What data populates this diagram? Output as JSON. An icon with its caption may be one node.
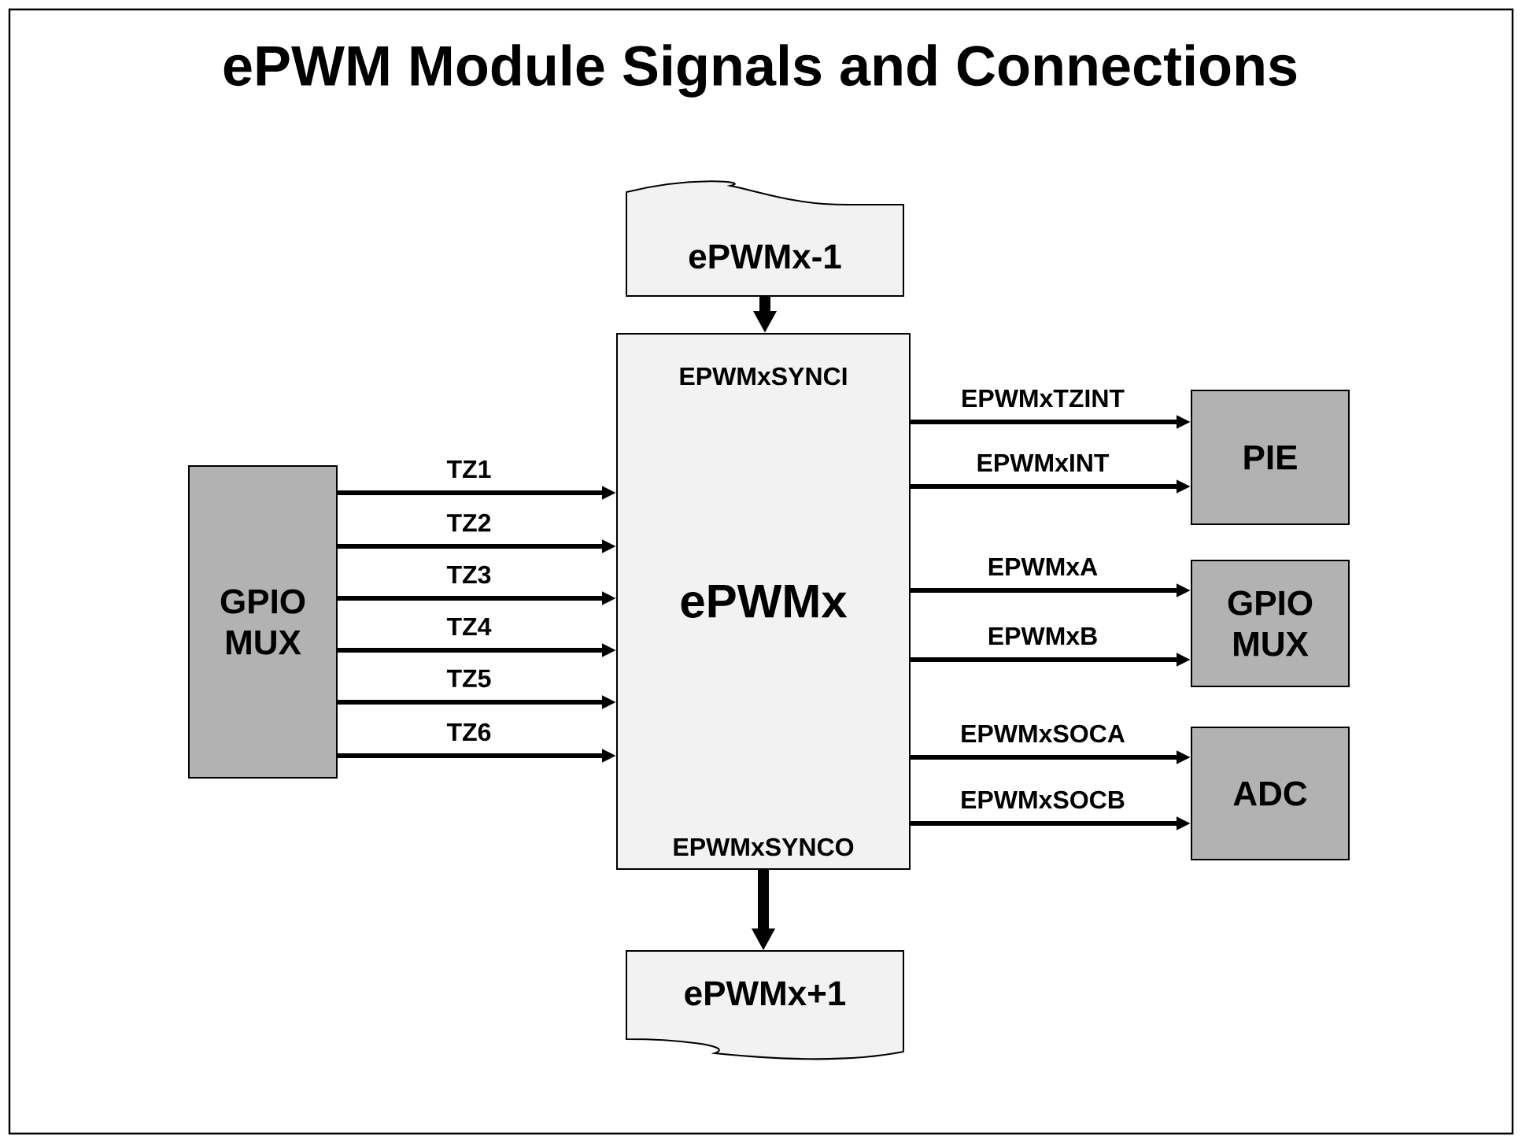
{
  "diagram": {
    "title": "ePWM Module Signals and Connections",
    "nodes": [
      {
        "text": [
          "ePWMx-1"
        ]
      },
      {
        "text": [
          "EPWMxSYNCI",
          "ePWMx",
          "EPWMxSYNCO"
        ]
      },
      {
        "text": [
          "ePWMx+1"
        ]
      },
      {
        "text": [
          "GPIO MUX"
        ]
      },
      {
        "text": [
          "PIE"
        ]
      },
      {
        "text": [
          "GPIO MUX"
        ]
      },
      {
        "text": [
          "ADC"
        ]
      }
    ],
    "edges": [
      {
        "from": 0,
        "to": 1,
        "arrow": "to",
        "style": "thick"
      },
      {
        "from": 1,
        "to": 2,
        "arrow": "to",
        "style": "thick"
      },
      {
        "from": 3,
        "to": 1,
        "arrow": "to",
        "label": "TZ1"
      },
      {
        "from": 3,
        "to": 1,
        "arrow": "to",
        "label": "TZ2"
      },
      {
        "from": 3,
        "to": 1,
        "arrow": "to",
        "label": "TZ3"
      },
      {
        "from": 3,
        "to": 1,
        "arrow": "to",
        "label": "TZ4"
      },
      {
        "from": 3,
        "to": 1,
        "arrow": "to",
        "label": "TZ5"
      },
      {
        "from": 3,
        "to": 1,
        "arrow": "to",
        "label": "TZ6"
      },
      {
        "from": 1,
        "to": 4,
        "arrow": "to",
        "label": "EPWMxTZINT"
      },
      {
        "from": 1,
        "to": 4,
        "arrow": "to",
        "label": "EPWMxINT"
      },
      {
        "from": 1,
        "to": 5,
        "arrow": "to",
        "label": "EPWMxA"
      },
      {
        "from": 1,
        "to": 5,
        "arrow": "to",
        "label": "EPWMxB"
      },
      {
        "from": 1,
        "to": 6,
        "arrow": "to",
        "label": "EPWMxSOCA"
      },
      {
        "from": 1,
        "to": 6,
        "arrow": "to",
        "label": "EPWMxSOCB"
      }
    ]
  }
}
